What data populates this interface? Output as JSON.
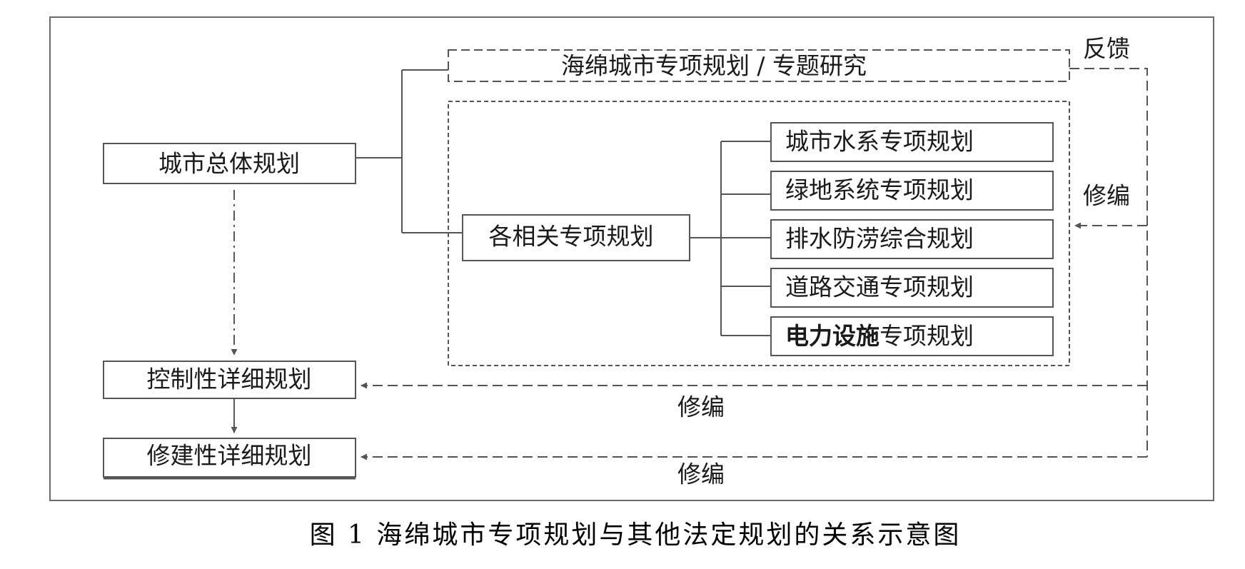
{
  "diagram": {
    "master_plan": "城市总体规划",
    "sponge_plan": "海绵城市专项规划 / 专题研究",
    "related_plans": "各相关专项规划",
    "sub_plans": {
      "water": "城市水系专项规划",
      "green": "绿地系统专项规划",
      "drainage": "排水防涝综合规划",
      "road": "道路交通专项规划",
      "power_bold": "电力设施",
      "power_rest": "专项规划"
    },
    "regulatory_plan": "控制性详细规划",
    "constructive_plan": "修建性详细规划",
    "edge_labels": {
      "feedback": "反馈",
      "revise_right": "修编",
      "revise_regulatory": "修编",
      "revise_constructive": "修编"
    }
  },
  "caption": "图 1  海绵城市专项规划与其他法定规划的关系示意图",
  "colors": {
    "line": "#555555",
    "box_border": "#555555",
    "text": "#1a1a1a"
  }
}
